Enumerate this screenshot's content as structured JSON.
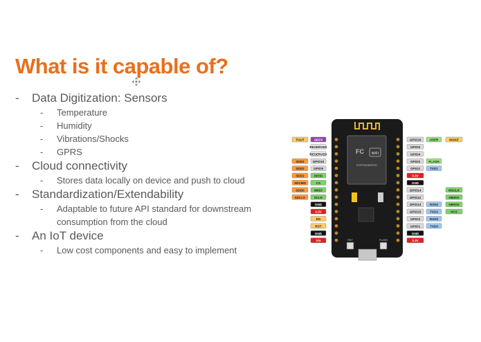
{
  "slide": {
    "title": "What is it capable of?",
    "bullets": [
      {
        "text": "Data Digitization: Sensors",
        "subs": [
          "Temperature",
          "Humidity",
          "Vibrations/Shocks",
          "GPRS"
        ]
      },
      {
        "text": "Cloud connectivity",
        "subs": [
          "Stores data locally on device and push to cloud"
        ]
      },
      {
        "text": "Standardization/Extendability",
        "subs": [
          "Adaptable to future API standard for downstream consumption from the cloud"
        ]
      },
      {
        "text": "An IoT device",
        "subs": [
          "Low cost components and easy to implement"
        ]
      }
    ],
    "dash": "-"
  },
  "figure": {
    "left_pins": [
      {
        "outer": "TOUT",
        "inner": "ADC0"
      },
      {
        "outer": "",
        "inner": "RESERVED"
      },
      {
        "outer": "",
        "inner": "RESERVED"
      },
      {
        "outer": "SDD3",
        "inner": "GPIO10"
      },
      {
        "outer": "SDD2",
        "inner": "GPIO9"
      },
      {
        "outer": "SDD1",
        "inner": "MOSI"
      },
      {
        "outer": "SDCMD",
        "inner": "CS"
      },
      {
        "outer": "SDD0",
        "inner": "MISO"
      },
      {
        "outer": "SDCLK",
        "inner": "SCLK"
      },
      {
        "outer": "",
        "inner": "GND"
      },
      {
        "outer": "",
        "inner": "3.3V"
      },
      {
        "outer": "",
        "inner": "EN"
      },
      {
        "outer": "",
        "inner": "RST"
      },
      {
        "outer": "",
        "inner": "GND"
      },
      {
        "outer": "",
        "inner": "Vin"
      }
    ],
    "right_pins": [
      {
        "inner": "GPIO16",
        "mid": "USER",
        "outer": "WAKE"
      },
      {
        "inner": "GPIO5",
        "mid": "",
        "outer": ""
      },
      {
        "inner": "GPIO4",
        "mid": "",
        "outer": ""
      },
      {
        "inner": "GPIO0",
        "mid": "FLASH",
        "outer": ""
      },
      {
        "inner": "GPIO2",
        "mid": "TXD1",
        "outer": ""
      },
      {
        "inner": "3.3V",
        "mid": "",
        "outer": ""
      },
      {
        "inner": "GND",
        "mid": "",
        "outer": ""
      },
      {
        "inner": "GPIO14",
        "mid": "",
        "outer": "HSCLK"
      },
      {
        "inner": "GPIO12",
        "mid": "",
        "outer": "HMISO"
      },
      {
        "inner": "GPIO13",
        "mid": "RXD2",
        "outer": "HMOSI"
      },
      {
        "inner": "GPIO15",
        "mid": "TXD2",
        "outer": "HCS"
      },
      {
        "inner": "GPIO3",
        "mid": "RXD0",
        "outer": ""
      },
      {
        "inner": "GPIO1",
        "mid": "TXD0",
        "outer": ""
      },
      {
        "inner": "GND",
        "mid": "",
        "outer": ""
      },
      {
        "inner": "3.3V",
        "mid": "",
        "outer": ""
      }
    ],
    "chip_labels": [
      "FC",
      "WiFi",
      "ESP8266MOD"
    ],
    "button_labels": [
      "RST",
      "FLASH"
    ],
    "colors": {
      "board": "#1a1a1a",
      "gpio": "#d9d9d9",
      "gnd": "#111111",
      "power": "#e02020",
      "accent": "#e8701c",
      "purple": "#8e44ad",
      "sdio": "#ff9a3c",
      "spi": "#7cd36b",
      "misc": "#c8e06a",
      "comm": "#9ec5f0",
      "wake": "#ffcc66",
      "user": "#9be37f"
    }
  }
}
